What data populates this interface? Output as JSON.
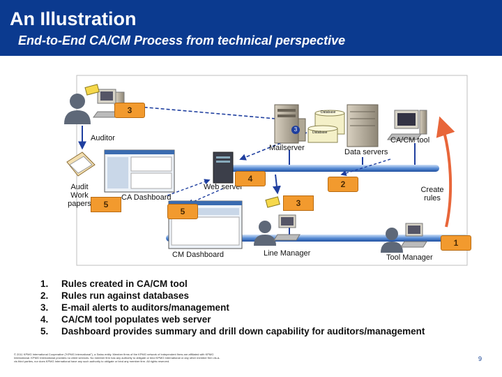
{
  "slide": {
    "title": "An Illustration",
    "subtitle": "End-to-End CA/CM Process from technical perspective"
  },
  "diagram": {
    "labels": {
      "auditor": "Auditor",
      "audit_work_papers": "Audit\nWork\npapers",
      "ca_dashboard": "CA Dashboard",
      "web_server": "Web server",
      "mailserver": "Mailserver",
      "data_servers": "Data servers",
      "ca_cm_tool": "CA/CM tool",
      "create_rules": "Create\nrules",
      "cm_dashboard": "CM Dashboard",
      "line_manager": "Line Manager",
      "tool_manager": "Tool Manager",
      "db1": "Database",
      "db2": "Database"
    },
    "steps": {
      "auditor_email": "3",
      "mailserver": "3",
      "web_server": "4",
      "rules_run": "2",
      "ca_dashboard": "5",
      "cm_dashboard": "5",
      "line_manager_email": "3",
      "create_rules": "1"
    }
  },
  "rules_list": [
    {
      "num": "1.",
      "text": "Rules created in CA/CM tool"
    },
    {
      "num": "2.",
      "text": "Rules run against databases"
    },
    {
      "num": "3.",
      "text": "E-mail alerts to auditors/management"
    },
    {
      "num": "4.",
      "text": "CA/CM tool populates web server"
    },
    {
      "num": "5.",
      "text": "Dashboard provides summary and drill down capability for auditors/management"
    }
  ],
  "footer": {
    "legal": "© 2011 KPMG International Cooperative (\"KPMG International\"), a Swiss entity. Member firms of the KPMG network of independent firms are affiliated with KPMG International. KPMG International provides no client services. No member firm has any authority to obligate or bind KPMG International or any other member firm vis-à-vis third parties, nor does KPMG International have any such authority to obligate or bind any member firm. All rights reserved.",
    "page_number": "9"
  },
  "colors": {
    "header_bg": "#0b3a8f",
    "step_box": "#f29a2e",
    "arrow_blue": "#1f3f9f",
    "arrow_orange": "#e8663a",
    "bus_blue": "#5b8fd6"
  }
}
